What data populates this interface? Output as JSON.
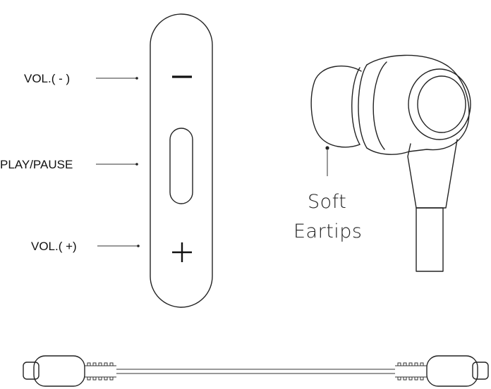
{
  "remote": {
    "labels": {
      "vol_down": "VOL.( - )",
      "play_pause": "PLAY/PAUSE",
      "vol_up": "VOL.( +)"
    }
  },
  "earbud": {
    "caption_line1": "Soft",
    "caption_line2": "Eartips"
  },
  "colors": {
    "line": "#222222",
    "background": "#ffffff"
  },
  "icons": [
    "minus-icon",
    "play-pause-slot-icon",
    "plus-icon",
    "arrow-icon"
  ]
}
